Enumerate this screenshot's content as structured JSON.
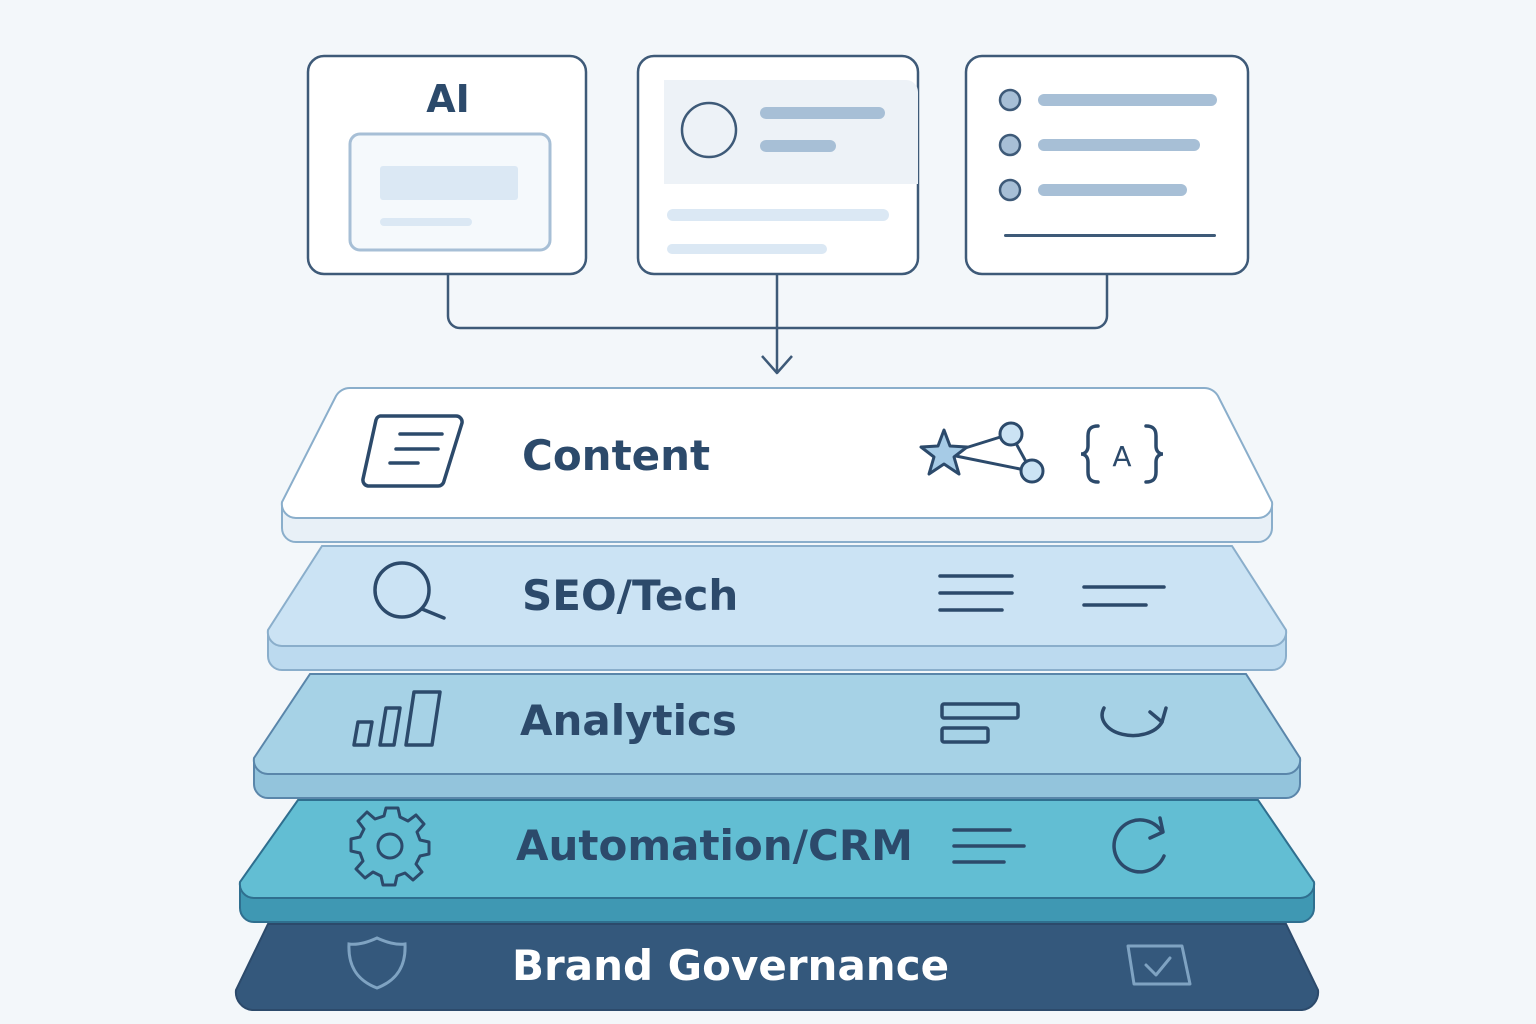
{
  "cards": [
    {
      "name": "ai-card",
      "title": "AI"
    },
    {
      "name": "profile-card"
    },
    {
      "name": "checklist-card"
    }
  ],
  "layers": [
    {
      "name": "layer-content",
      "label": "Content",
      "left_icon": "document-icon",
      "right_icons": [
        "star-network-icon",
        "schema-braces-icon"
      ],
      "schema_letter": "A",
      "fill": "#ffffff",
      "text_color": "#2c4a6b"
    },
    {
      "name": "layer-seo-tech",
      "label": "SEO/Tech",
      "left_icon": "search-icon",
      "right_icons": [
        "text-lines-icon",
        "short-lines-icon"
      ],
      "fill": "#cbe3f4",
      "text_color": "#2c4a6b"
    },
    {
      "name": "layer-analytics",
      "label": "Analytics",
      "left_icon": "bar-chart-icon",
      "right_icons": [
        "bar-rows-icon",
        "refresh-icon"
      ],
      "fill": "#a6d2e6",
      "text_color": "#2c4a6b"
    },
    {
      "name": "layer-automation-crm",
      "label": "Automation/CRM",
      "left_icon": "gear-icon",
      "right_icons": [
        "text-lines-icon",
        "refresh-icon"
      ],
      "fill": "#62bed3",
      "text_color": "#2c4a6b"
    },
    {
      "name": "layer-brand-governance",
      "label": "Brand Governance",
      "left_icon": "shield-icon",
      "right_icons": [
        "checkbox-icon"
      ],
      "fill": "#34587c",
      "text_color": "#ffffff"
    }
  ],
  "colors": {
    "stroke": "#3e5a78",
    "line_light": "#a7bfd6",
    "line_pale": "#dbe8f4",
    "background": "#f3f7fa"
  }
}
